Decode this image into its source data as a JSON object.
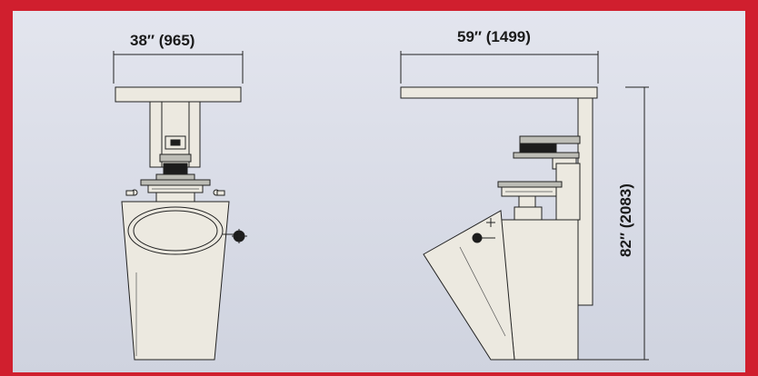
{
  "colors": {
    "frame_border": "#d01f2e",
    "background": "#dcdfe8",
    "machine_fill": "#ece9e0",
    "line": "#222222"
  },
  "dimensions": {
    "front_width": "38″ (965)",
    "side_width": "59″ (1499)",
    "height": "82″ (2083)"
  },
  "views": [
    {
      "name": "front-view"
    },
    {
      "name": "side-view"
    }
  ]
}
